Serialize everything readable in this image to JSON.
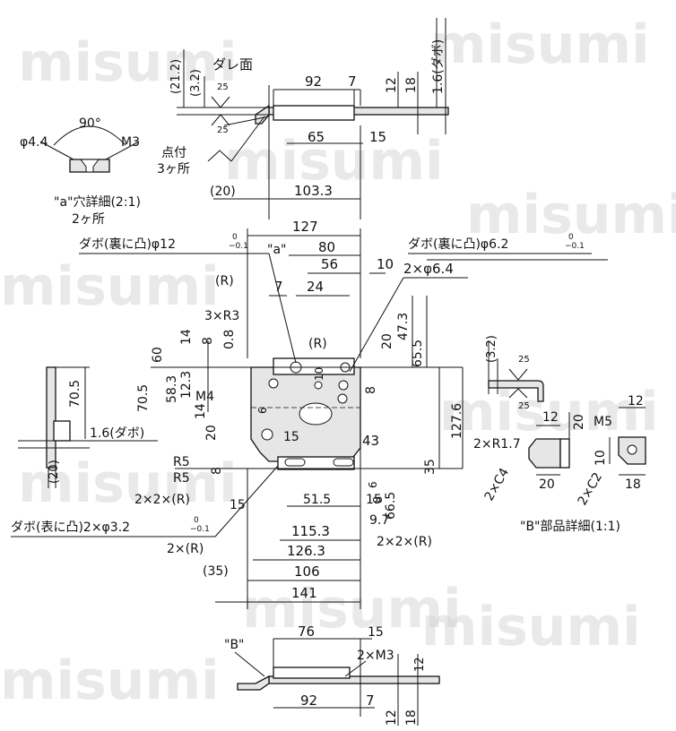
{
  "watermark": "misumi",
  "top_view": {
    "labels": [
      "(21.2)",
      "(3.2)",
      "ダレ面",
      "92",
      "7",
      "12",
      "18",
      "1.6(ダボ)",
      "65",
      "15",
      "点付",
      "3ヶ所",
      "(20)",
      "103.3"
    ],
    "roughness": [
      "25",
      "25"
    ]
  },
  "hole_detail": {
    "angle": "90°",
    "dia": "φ4.4",
    "thread": "M3",
    "caption": "\"a\"穴詳細(2:1)",
    "count": "2ヶ所"
  },
  "main_view": {
    "callouts": [
      "127",
      "\"a\"",
      "80",
      "56",
      "10",
      "24",
      "7",
      "(R)",
      "3×R3",
      "14",
      "8",
      "0.8",
      "60",
      "70.5",
      "58.3",
      "12.3",
      "14",
      "M4",
      "20",
      "R5",
      "R5",
      "8",
      "2×2×(R)",
      "15",
      "51.5",
      "15",
      "9.7",
      "66.5",
      "115.3",
      "126.3",
      "2×(R)",
      "(35)",
      "106",
      "141",
      "2×2×(R)",
      "43",
      "35",
      "127.6",
      "65.5",
      "47.3",
      "20",
      "8",
      "6",
      "6",
      "15",
      "8",
      "10",
      "(R)",
      "2×φ6.4"
    ],
    "dowel_back_12": "ダボ(裏に凸)φ12",
    "dowel_back_12_tol_upper": "0",
    "dowel_back_12_tol_lower": "−0.1",
    "dowel_back_6": "ダボ(裏に凸)φ6.2",
    "dowel_back_6_tol_upper": "0",
    "dowel_back_6_tol_lower": "−0.1",
    "dowel_front": "ダボ(表に凸)2×φ3.2",
    "dowel_front_tol_upper": "0",
    "dowel_front_tol_lower": "−0.1"
  },
  "side_view": {
    "labels": [
      "70.5",
      "1.6(ダボ)",
      "(20)"
    ]
  },
  "bend_view": {
    "labels": [
      "(3.2)",
      "25",
      "25"
    ]
  },
  "part_b": {
    "labels": [
      "12",
      "20",
      "M5",
      "12",
      "10",
      "2×R1.7",
      "2×C4",
      "20",
      "2×C2",
      "18"
    ],
    "caption": "\"B\"部品詳細(1:1)"
  },
  "bottom_view": {
    "labels": [
      "\"B\"",
      "76",
      "15",
      "2×M3",
      "12",
      "92",
      "7",
      "12",
      "18"
    ]
  }
}
